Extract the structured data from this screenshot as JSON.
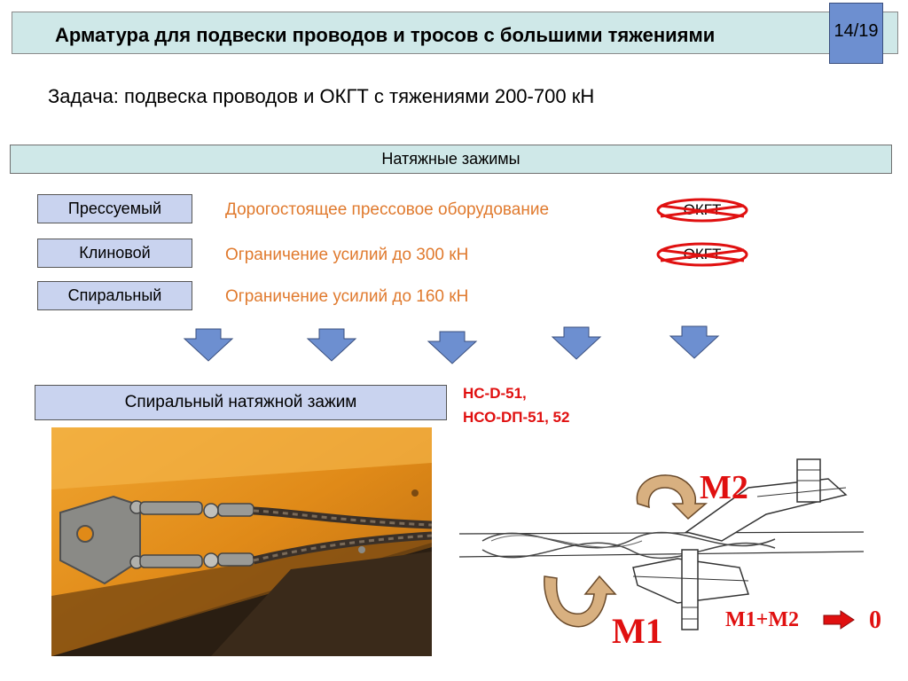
{
  "slide": {
    "title": "Арматура для подвески проводов и тросов с большими тяжениями",
    "page": "14/19",
    "task": "Задача: подвеска проводов и ОКГТ с тяжениями 200-700 кН",
    "section": "Натяжные зажимы"
  },
  "types": [
    {
      "name": "Прессуемый",
      "desc": "Дорогостоящее прессовое оборудование",
      "badge": "ОКГТ"
    },
    {
      "name": "Клиновой",
      "desc": "Ограничение усилий до 300 кН",
      "badge": "ОКГТ"
    },
    {
      "name": "Спиральный",
      "desc": "Ограничение усилий до 160 кН"
    }
  ],
  "result": {
    "label": "Спиральный натяжной зажим",
    "model_line1": "НС-D-51,",
    "model_line2": "НСО-DП-51, 52"
  },
  "diagram": {
    "m2": "М2",
    "m1": "М1",
    "sum": "М1+М2",
    "zero": "0"
  },
  "colors": {
    "accent": "#e01010",
    "description": "#e07a2e",
    "arrow": "#6d8fd0",
    "box": "#c9d3ef",
    "bar": "#cfe8e8"
  }
}
